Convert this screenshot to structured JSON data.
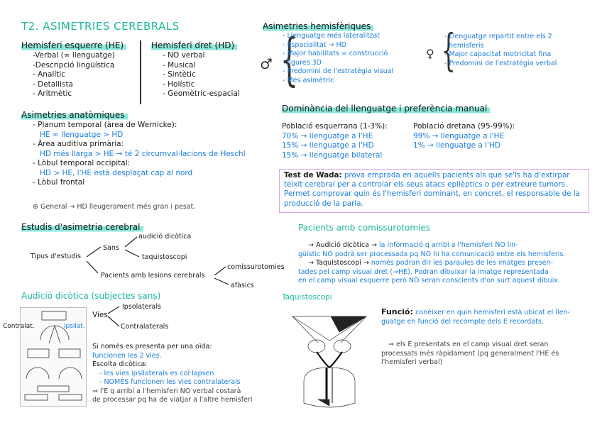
{
  "title": "T2. ASIMETRIES CEREBRALS",
  "hemispheres": {
    "left": {
      "heading": "Hemisferi esquerre (HE)",
      "items": [
        "-Verbal (∞ llenguatge)",
        "-Descripció lingüística",
        "- Analític",
        "- Detallista",
        "- Aritmètic"
      ]
    },
    "right": {
      "heading": "Hemisferi dret (HD)",
      "items": [
        "- NO verbal",
        "- Musical",
        "- Sintètic",
        "- Holístic",
        "- Geomètric-espacial"
      ]
    }
  },
  "anatomical": {
    "heading": "Asimetries anatòmiques",
    "items": [
      {
        "label": "- Planum temporal (àrea de Wernicke):",
        "detail": "HE ∞ llenguatge > HD"
      },
      {
        "label": "- Àrea auditiva primària:",
        "detail": "HD més llarga > HE → té 2 circumval·lacions de Heschl"
      },
      {
        "label": "- Lòbul temporal occipital:",
        "detail": "HD > HE, l'HE està desplaçat cap al nord"
      },
      {
        "label": "- Lòbul frontal",
        "detail": ""
      }
    ],
    "general": "⊛ General → HD lleugerament més gran i pesat."
  },
  "hemispheric": {
    "heading": "Asimetries hemisfèriques",
    "male_symbol": "♂",
    "male_items": [
      "- Llenguatge més lateralitzat",
      "- Espacialitat → HD",
      "- Major habilitats ∞ construcció",
      "  figures 3D",
      "- Predomini de l'estratègia visual",
      "- Més asimètric"
    ],
    "female_symbol": "♀",
    "female_items": [
      "- Llenguatge repartit entre els 2",
      "  hemisferis",
      "- Major capacitat motricitat fina",
      "- Predomini de l'estratègia verbal"
    ]
  },
  "dominance": {
    "heading": "Dominància del llenguatge i preferència manual",
    "left_handed": {
      "label": "Població esquerrana (1-3%):",
      "items": [
        "70% → llenguatge a l'HE",
        "15% → llenguatge a l'HD",
        "15% → llenguatge bilateral"
      ]
    },
    "right_handed": {
      "label": "Població dretana (95-99%):",
      "items": [
        "99% → llenguatge a l'HE",
        "1% → llenguatge a l'HD"
      ]
    }
  },
  "wada": {
    "label": "Test de Wada:",
    "text": "prova emprada en aquells pacients als que se'ls ha d'extirpar teixit cerebral per a controlar els seus atacs epilèptics o per extreure tumors. Permet comprovar quin és l'hemisferi dominant, en concret, el responsable de la producció de la parla."
  },
  "studies": {
    "heading": "Estudis d'asimetria cerebral",
    "root": "Tipus d'estudis",
    "healthy": "Sans",
    "healthy_children": [
      "audició dicòtica",
      "taquistoscopi"
    ],
    "patients": "Pacients amb lesions cerebrals",
    "patients_children": [
      "comissurotomies",
      "afàsics"
    ]
  },
  "dichotic": {
    "heading": "Audició dicòtica (subjectes sans)",
    "figure_labels": {
      "contra": "Contralat.",
      "ipsi": "ipsilat."
    },
    "vies_root": "Vies",
    "vies_children": [
      "Ipsolaterals",
      "Contralaterals"
    ],
    "single_ear": "Si només es presenta per una oïda:",
    "single_ear_detail": "funcionen les 2 vies.",
    "dichotic_label": "Escolta dicòtica:",
    "dichotic_items": [
      "- les vies ipsilaterals es col·lapsen",
      "- NOMÉS funcionen les vies contralaterals"
    ],
    "conclusion_1": "⇒ l'E q arribi a l'hemisferi NO verbal costarà",
    "conclusion_2": "de processar pq ha de viatjar a l'altre hemisferi"
  },
  "commissurotomy": {
    "heading": "Pacients amb comissurotomies",
    "dichotic_label": "→ Audició dicòtica →",
    "dichotic_text_1": "la informació q arribi a l'hemisferi NO lin-",
    "dichotic_text_2": "güístic NO podrà ser processada pq NO hi ha comunicació entre els hemisferis.",
    "tachisto_label": "→ Taquistoscopi →",
    "tachisto_text_1": "només podran dir les paraules de les imatges presen-",
    "tachisto_text_2": "tades pel camp visual dret (→HE). Podran dibuixar la imatge representada",
    "tachisto_text_3": "en el camp visual esquerre però NO seran conscients d'on surt aquest dibuix."
  },
  "tachistoscope": {
    "heading": "Taquistoscopi",
    "function_label": "Funció:",
    "function_text_1": "conèixer en quin hemisferi està ubicat el llen-",
    "function_text_2": "guatge en funció del recompte dels E recordats.",
    "note_1": "⇒ els E presentats en el camp visual dret seran",
    "note_2": "processats més ràpidament (pq generalment l'HE és",
    "note_3": "l'hemisferi verbal)"
  },
  "colors": {
    "teal": "#1ab89a",
    "blue": "#1a7fe0",
    "highlight": "#8ce8dc",
    "wada_border": "#d9a3f0"
  }
}
